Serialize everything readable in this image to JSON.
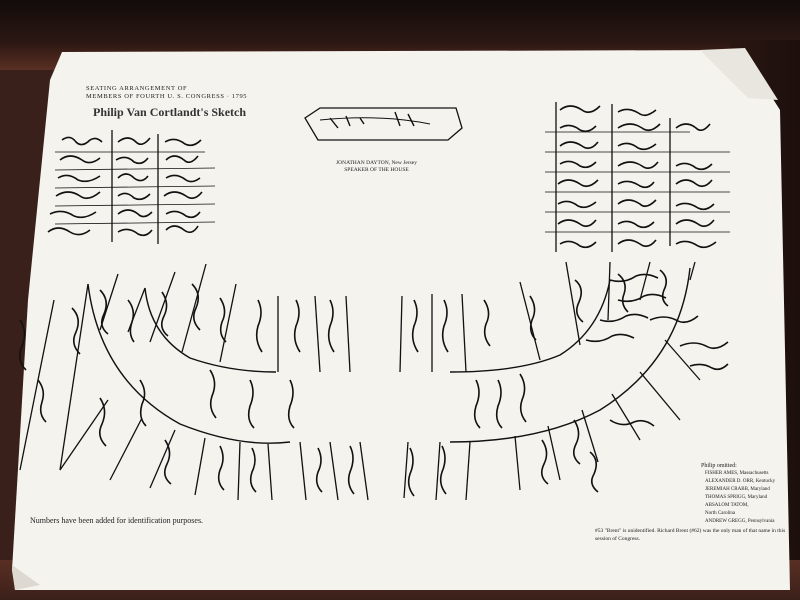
{
  "title": {
    "line1": "SEATING ARRANGEMENT OF",
    "line2": "MEMBERS OF FOURTH U. S. CONGRESS · 1795",
    "line3": "Philip Van Cortlandt's Sketch"
  },
  "speaker": {
    "name": "JONATHAN DAYTON, New Jersey",
    "role": "SPEAKER OF THE HOUSE"
  },
  "footnote": "Numbers have been added for identification purposes.",
  "omitted": {
    "heading": "Philip omitted:",
    "members": [
      "FISHER AMES, Massachusetts",
      "ALEXANDER D. ORR, Kentucky",
      "JEREMIAH CRABB, Maryland",
      "THOMAS SPRIGG, Maryland",
      "ABSALOM TATOM,",
      "North Carolina",
      "ANDREW GREGG, Pennsylvania"
    ]
  },
  "brent_note": "#53 \"Brent\" is unidentified. Richard Brent (#62) was the only man of that name in this session of Congress.",
  "colors": {
    "paper": "#f4f3ee",
    "ink": "#111111",
    "wood": "#4a2a20"
  }
}
